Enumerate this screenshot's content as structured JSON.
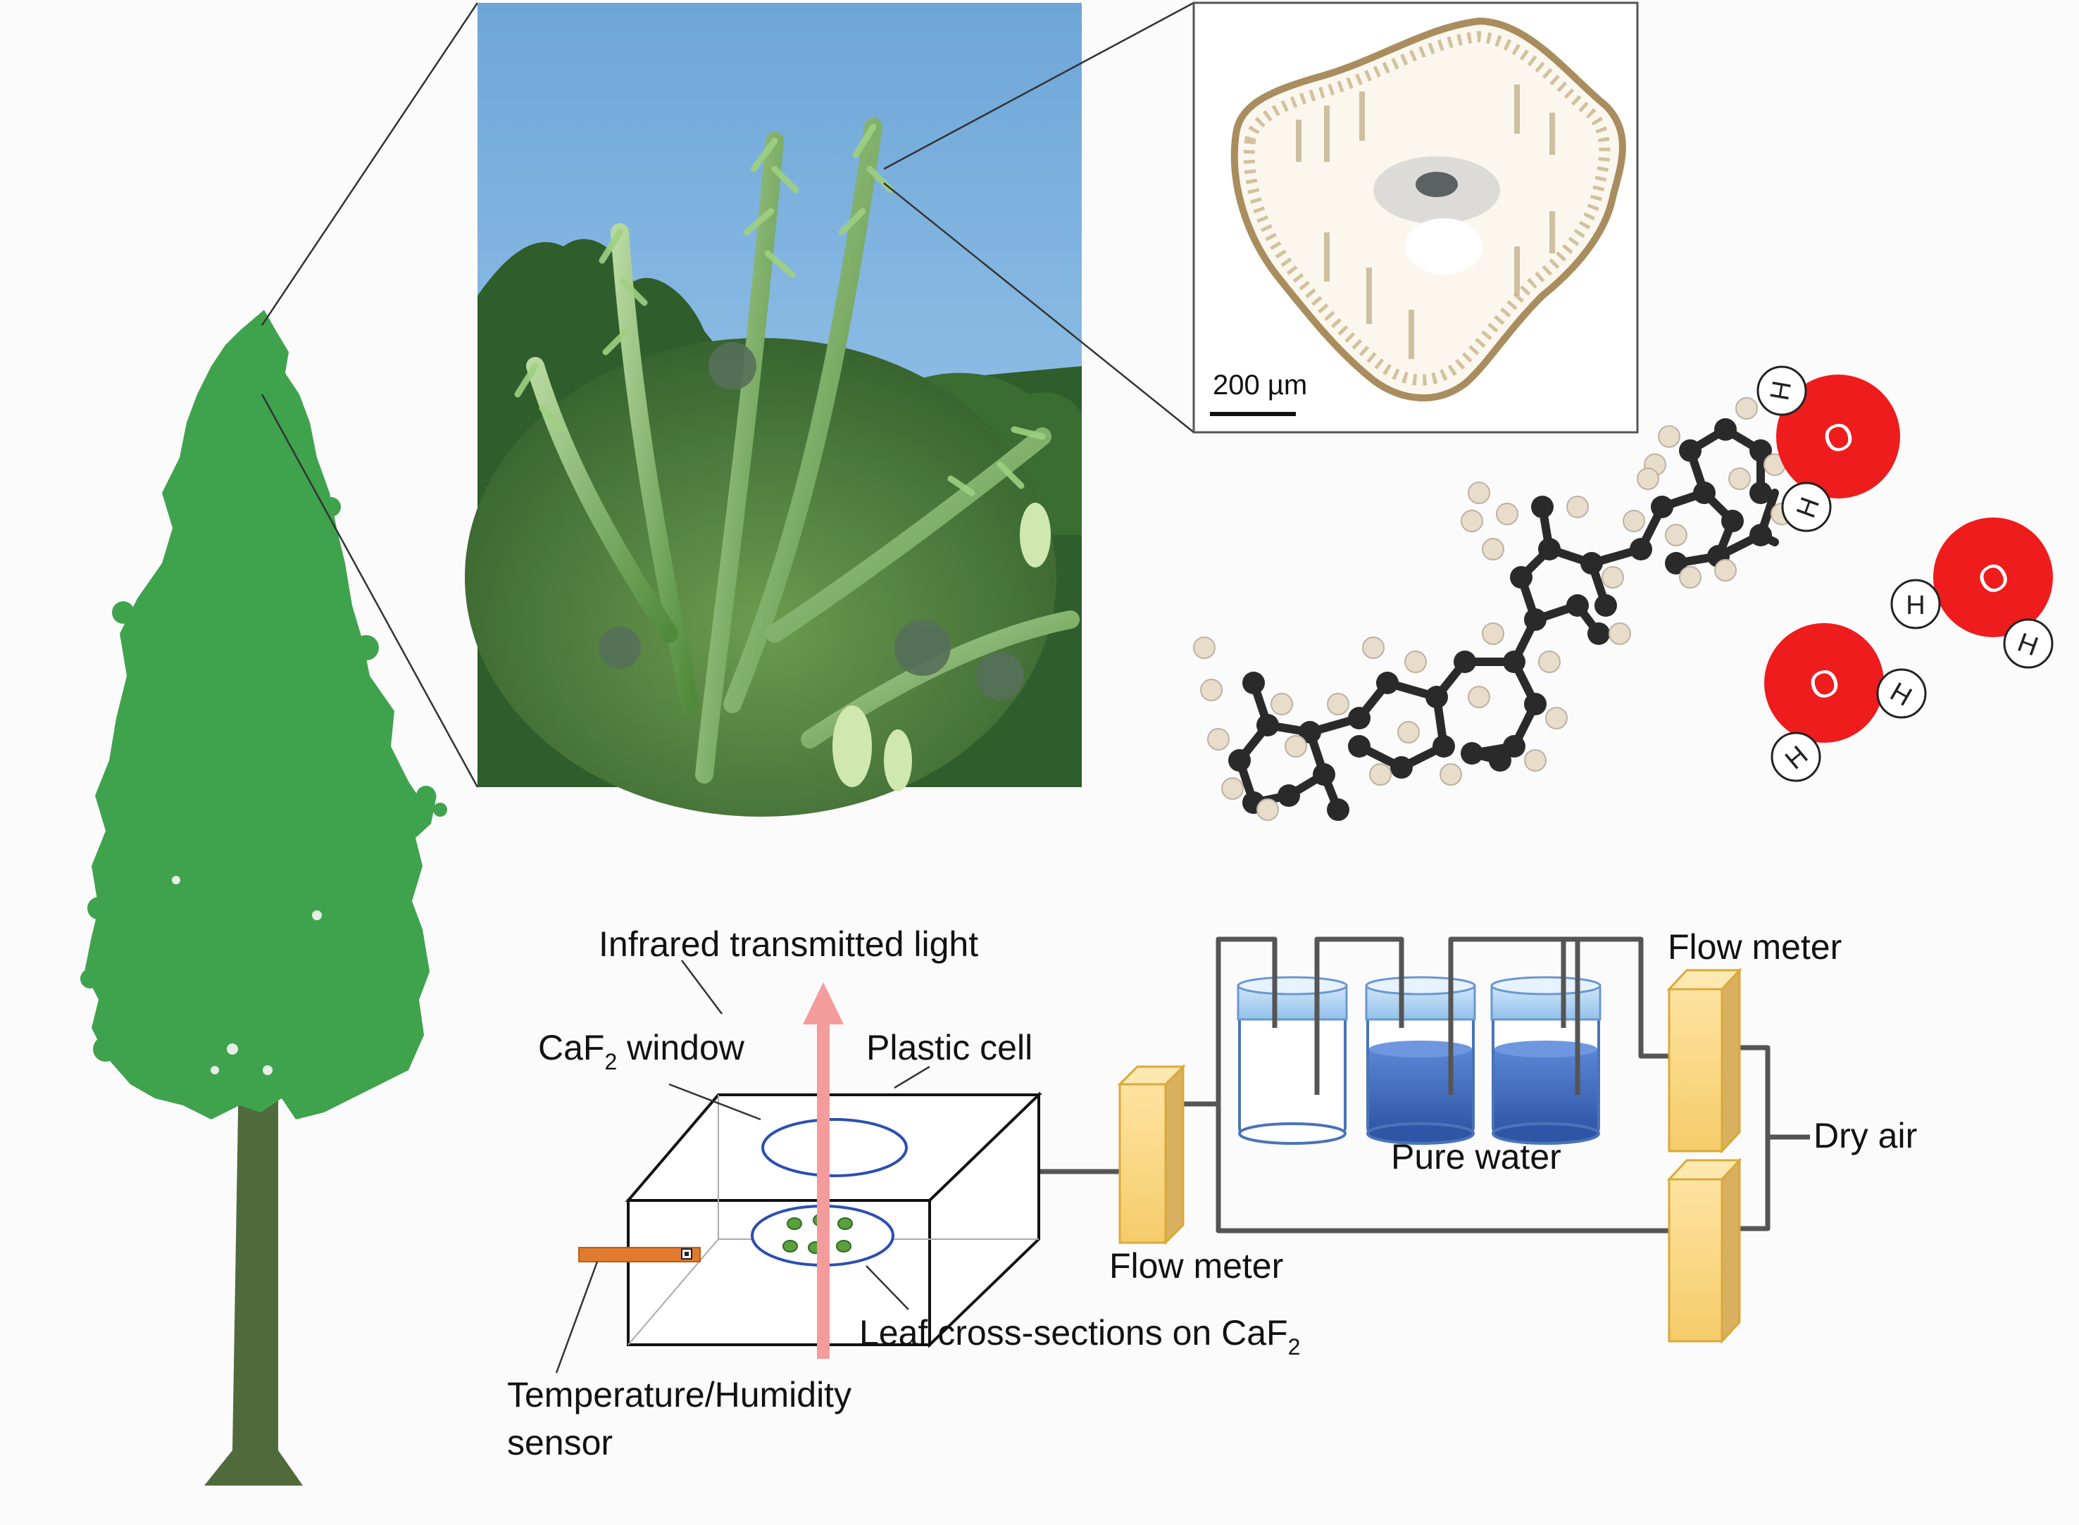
{
  "labels": {
    "scale_bar": "200 µm",
    "infrared": "Infrared transmitted light",
    "caf2_window_prefix": "CaF",
    "caf2_window_sub": "2",
    "caf2_window_suffix": " window",
    "plastic_cell": "Plastic cell",
    "flow_meter_top": "Flow meter",
    "flow_meter_bottom": "Flow meter",
    "pure_water": "Pure water",
    "dry_air": "Dry air",
    "leaf_sections_prefix": "Leaf cross-sections on CaF",
    "leaf_sections_sub": "2",
    "sensor_line1": "Temperature/Humidity",
    "sensor_line2": "sensor"
  },
  "water_molecules": [
    {
      "oxygen": "O",
      "h1": "H",
      "h2": "H"
    },
    {
      "oxygen": "O",
      "h1": "H",
      "h2": "H"
    },
    {
      "oxygen": "O",
      "h1": "H",
      "h2": "H"
    }
  ],
  "colors": {
    "tree_foliage": "#3fa34d",
    "tree_trunk": "#4f6b3b",
    "ir_arrow": "#f49b9b",
    "water_blue": "#3a63b8",
    "flow_meter": "#f7d37e",
    "sensor_orange": "#e07a2e",
    "oxygen_red": "#ee1c1c",
    "carbon": "#2a2a2a",
    "hydrogen": "#e8dccb"
  }
}
